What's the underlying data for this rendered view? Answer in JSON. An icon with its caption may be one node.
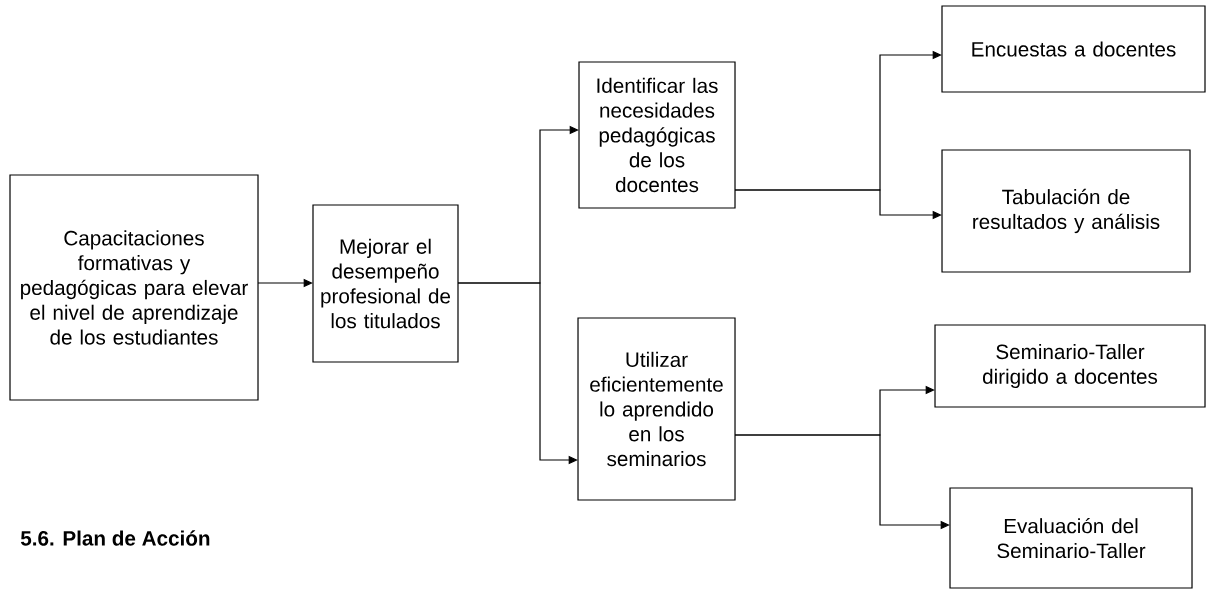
{
  "diagram": {
    "nodes": [
      {
        "text": [
          "Capacitaciones formativas y pedagógicas para elevar el nivel de aprendizaje de los estudiantes"
        ]
      },
      {
        "text": [
          "Mejorar el desempeño profesional de los titulados"
        ]
      },
      {
        "text": [
          "Identificar las necesidades pedagógicas de los docentes"
        ]
      },
      {
        "text": [
          "Encuestas a docentes"
        ]
      },
      {
        "text": [
          "Tabulación de resultados y análisis"
        ]
      },
      {
        "text": [
          "Utilizar eficientemente lo aprendido en los seminarios"
        ]
      },
      {
        "text": [
          "Seminario-Taller dirigido a docentes"
        ]
      },
      {
        "text": [
          "Evaluación del Seminario-Taller"
        ]
      }
    ],
    "edges": [
      {
        "from": 0,
        "to": 1,
        "arrow": "to"
      },
      {
        "from": 1,
        "to": 2,
        "arrow": "to"
      },
      {
        "from": 1,
        "to": 5,
        "arrow": "to"
      },
      {
        "from": 2,
        "to": 3,
        "arrow": "to"
      },
      {
        "from": 2,
        "to": 4,
        "arrow": "to"
      },
      {
        "from": 5,
        "to": 6,
        "arrow": "to"
      },
      {
        "from": 5,
        "to": 7,
        "arrow": "to"
      }
    ],
    "labels": [
      "**5.6.  Plan de Acción**"
    ]
  }
}
